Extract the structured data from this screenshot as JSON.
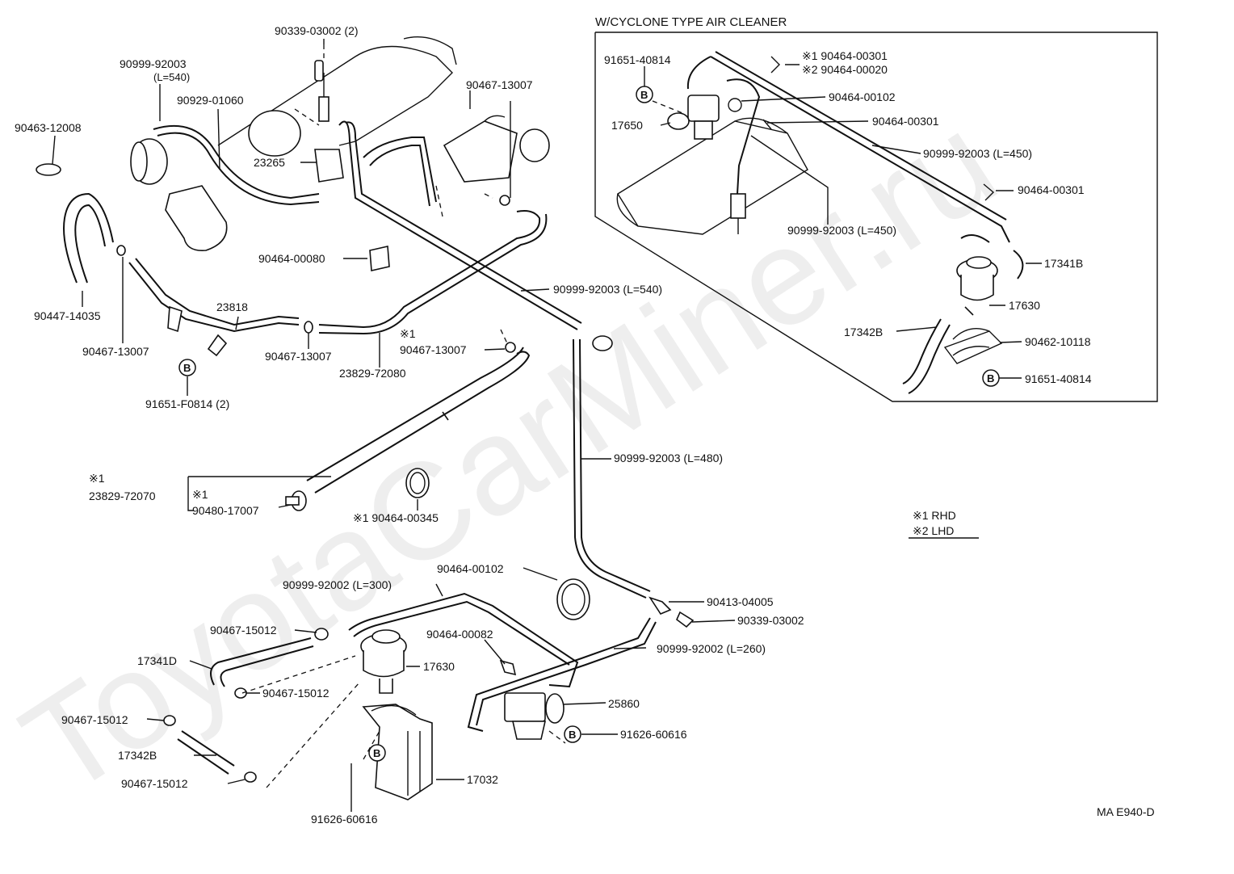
{
  "watermark": "ToyotaCarMiner.ru",
  "inset_title": "W/CYCLONE TYPE AIR CLEANER",
  "diagram_code": "MA E940-D",
  "legend": {
    "r1": "※1 RHD",
    "r2": "※2 LHD"
  },
  "bolt_mark": "B",
  "labels": {
    "l01": "90339-03002 (2)",
    "l02": "90999-92003",
    "l03": "(L=540)",
    "l04": "90929-01060",
    "l05": "90463-12008",
    "l06": "23265",
    "l07": "90467-13007",
    "l08": "90464-00080",
    "l09": "90999-92003 (L=540)",
    "l10": "23818",
    "l11": "90447-14035",
    "l12": "90467-13007",
    "l13": "90467-13007",
    "l14": "23829-72080",
    "l15": "※1",
    "l16": "90467-13007",
    "l17": "91651-F0814 (2)",
    "l18": "90999-92003 (L=480)",
    "l19": "※1",
    "l20": "23829-72070",
    "l21": "※1",
    "l22": "90480-17007",
    "l23": "※1 90464-00345",
    "l24": "90464-00102",
    "l25": "90999-92002 (L=300)",
    "l26": "90413-04005",
    "l27": "90339-03002",
    "l28": "90467-15012",
    "l29": "90464-00082",
    "l30": "90999-92002 (L=260)",
    "l31": "17341D",
    "l32": "17630",
    "l33": "90467-15012",
    "l34": "25860",
    "l35": "90467-15012",
    "l36": "91626-60616",
    "l37": "17342B",
    "l38": "17032",
    "l39": "90467-15012",
    "l40": "91626-60616",
    "i01": "91651-40814",
    "i02": "※1 90464-00301",
    "i03": "※2 90464-00020",
    "i04": "90464-00102",
    "i05": "17650",
    "i06": "90464-00301",
    "i07": "90999-92003 (L=450)",
    "i08": "90464-00301",
    "i09": "90999-92003 (L=450)",
    "i10": "17341B",
    "i11": "17630",
    "i12": "17342B",
    "i13": "90462-10118",
    "i14": "91651-40814"
  }
}
